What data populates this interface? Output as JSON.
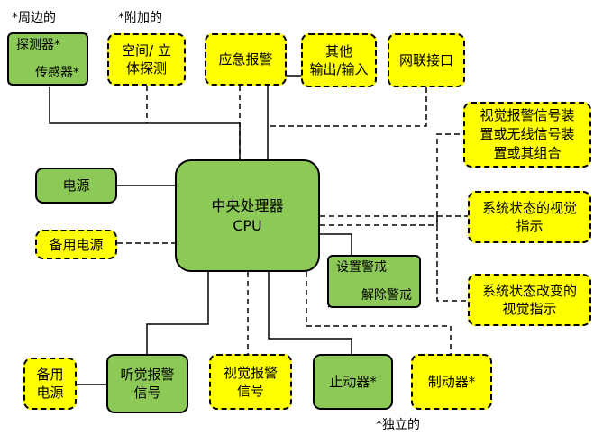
{
  "legend": {
    "peripheral": "*周边的",
    "optional": "*附加的",
    "independent": "*独立的"
  },
  "nodes": {
    "detector_sensor": {
      "top": "探测器*",
      "bottom": "传感器*"
    },
    "space_detection": "空间/ 立\n体探测",
    "emergency_alarm": "应急报警",
    "other_io": "其他\n输出/输入",
    "network_interface": "网联接口",
    "power": "电源",
    "backup_power": "备用电源",
    "cpu": "中央处理器\nCPU",
    "arm_disarm": {
      "top": "设置警戒",
      "bottom": "解除警戒"
    },
    "visual_alarm_device": "视觉报警信号装\n置或无线信号装\n置或其组合",
    "system_status_visual": "系统状态的视觉\n指示",
    "system_status_change_visual": "系统状态改变的\n视觉指示",
    "backup_power_bottom": "备用\n电源",
    "audible_alarm_signal": "听觉报警\n信号",
    "visual_alarm_signal": "视觉报警\n信号",
    "stop_device": "止动器*",
    "brake_device": "制动器*"
  }
}
